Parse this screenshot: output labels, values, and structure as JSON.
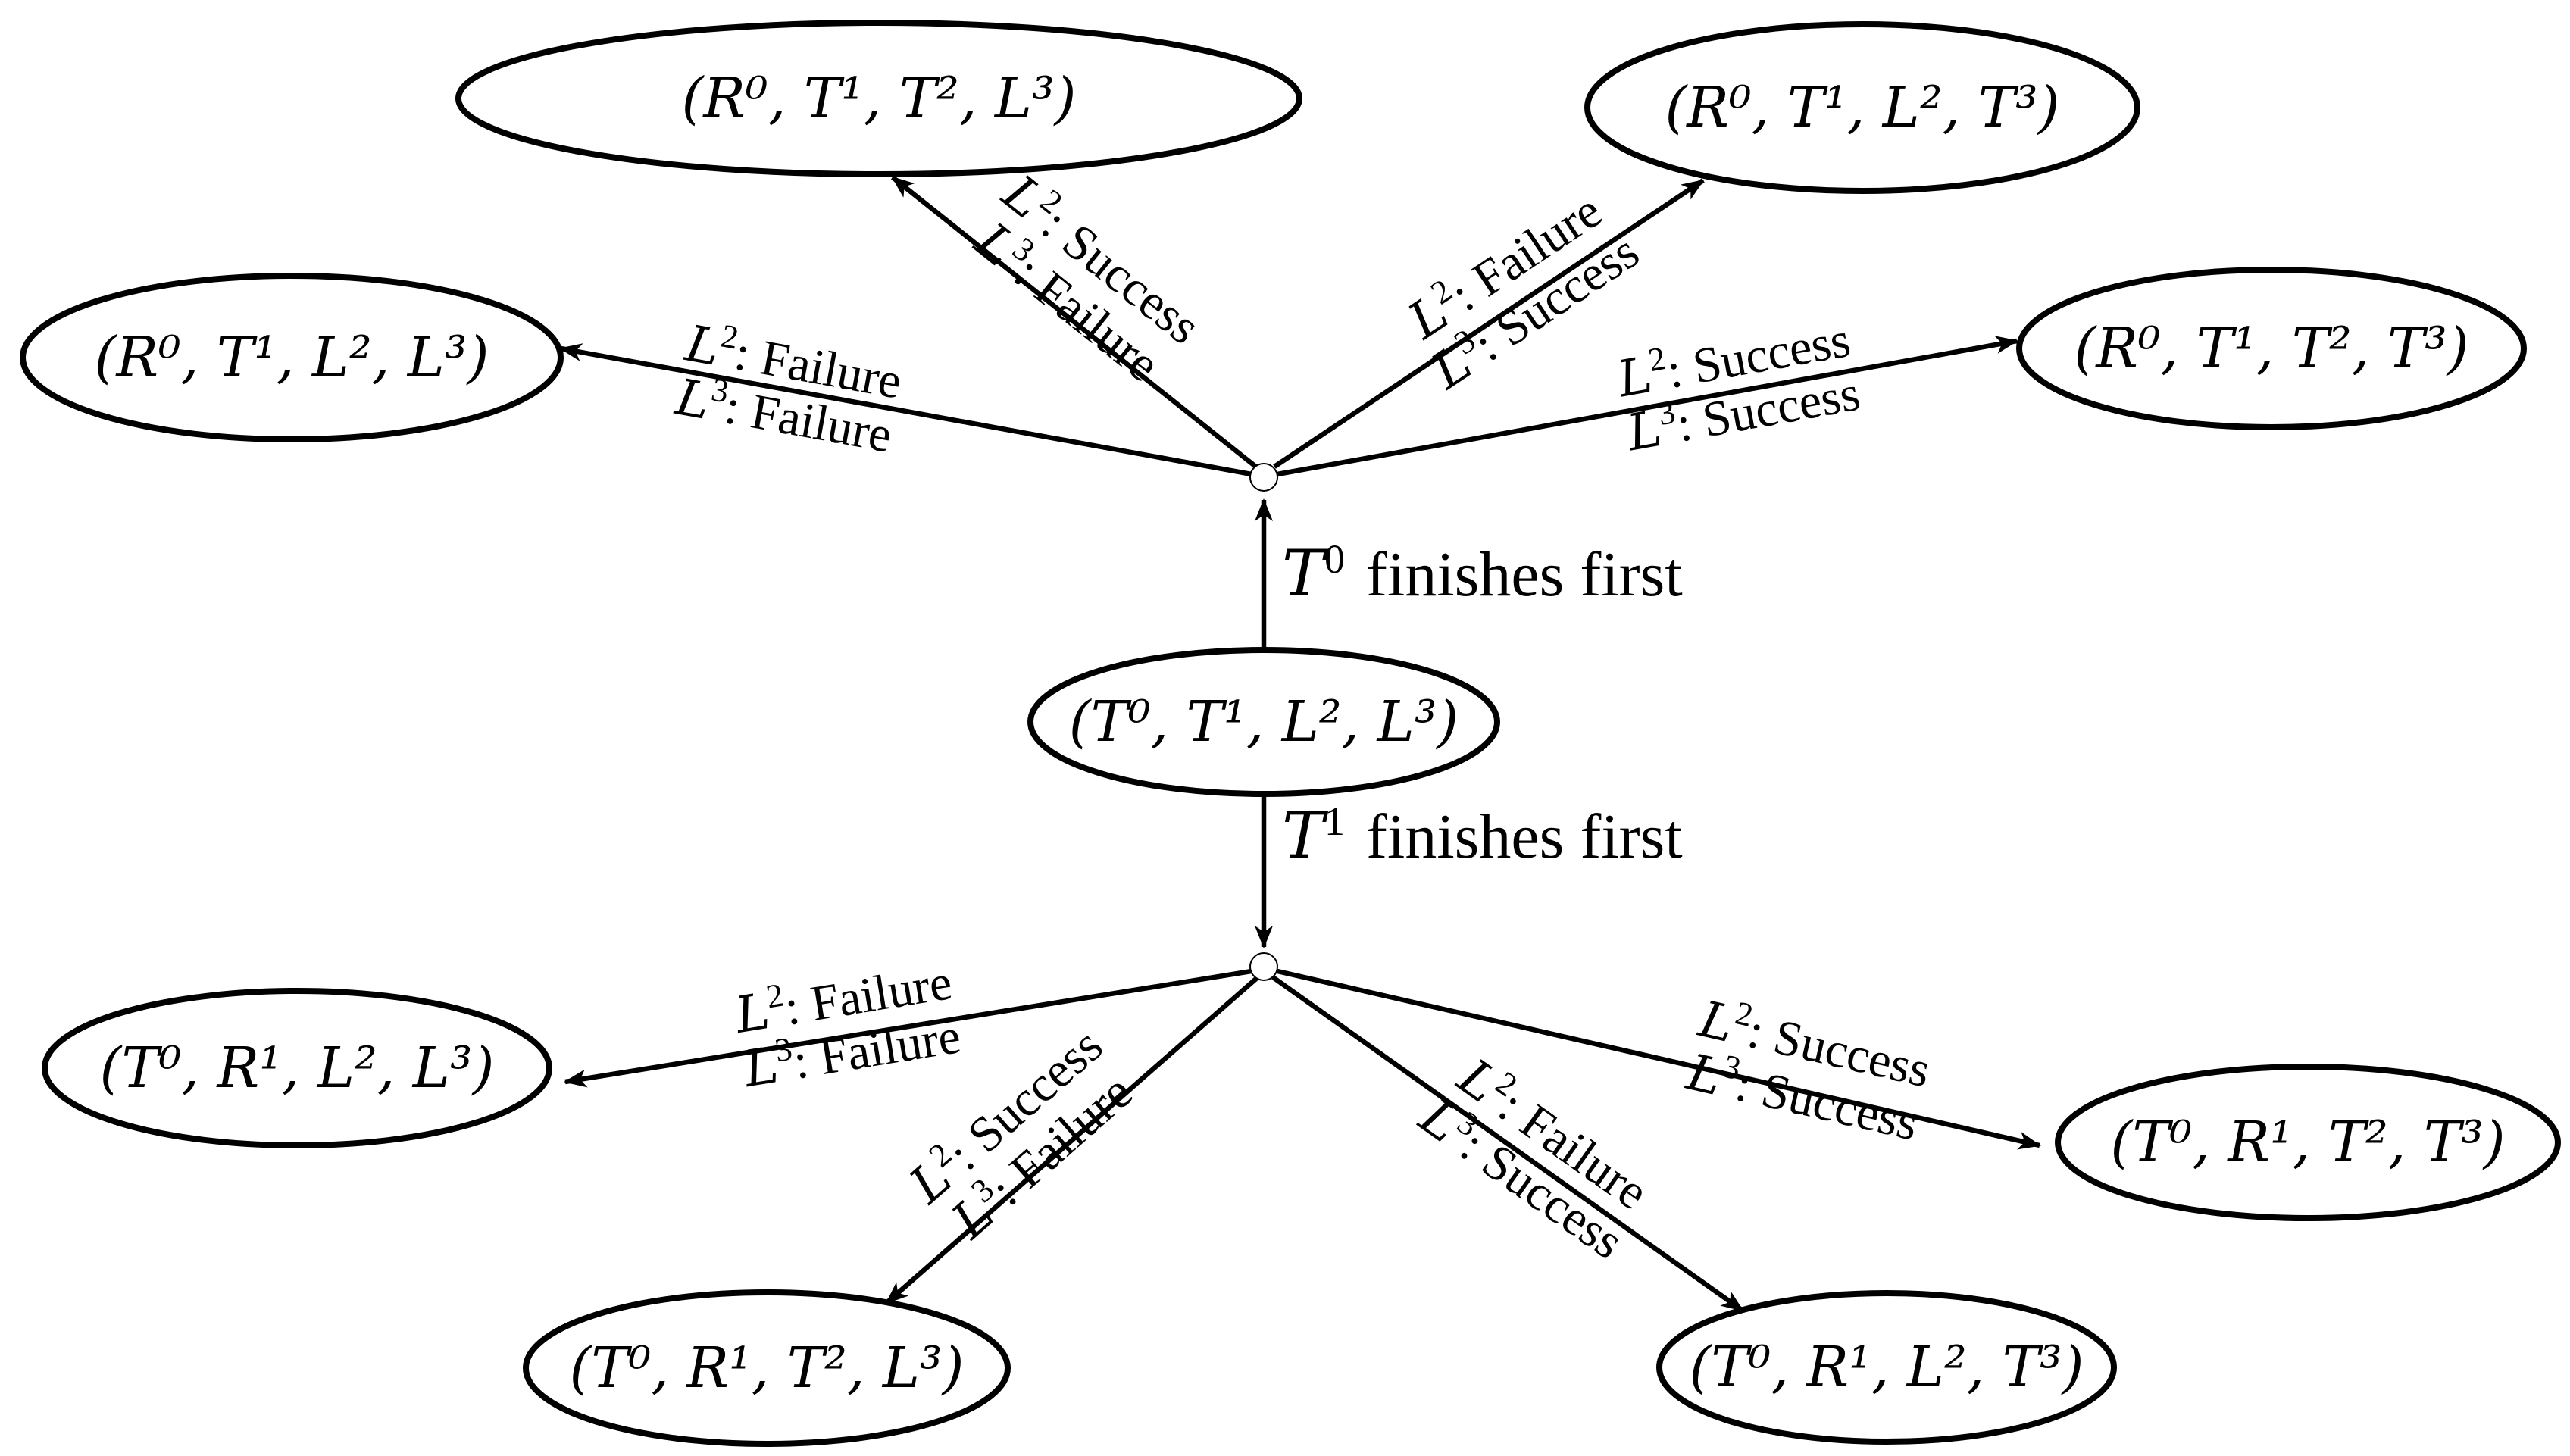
{
  "initial_state": {
    "id": "s0",
    "label": "(T⁰, T¹, L², L³)"
  },
  "transitions": [
    {
      "id": "t0",
      "var": "T",
      "sup": "0",
      "text": "finishes first"
    },
    {
      "id": "t1",
      "var": "T",
      "sup": "1",
      "text": "finishes first"
    }
  ],
  "outcome_states": [
    {
      "id": "s1",
      "label": "(R⁰, T¹, T², L³)"
    },
    {
      "id": "s2",
      "label": "(R⁰, T¹, L², T³)"
    },
    {
      "id": "s3",
      "label": "(R⁰, T¹, L², L³)"
    },
    {
      "id": "s4",
      "label": "(R⁰, T¹, T², T³)"
    },
    {
      "id": "s5",
      "label": "(T⁰, R¹, L², L³)"
    },
    {
      "id": "s6",
      "label": "(T⁰, R¹, T², T³)"
    },
    {
      "id": "s7",
      "label": "(T⁰, R¹, T², L³)"
    },
    {
      "id": "s8",
      "label": "(T⁰, R¹, L², T³)"
    }
  ],
  "edges": [
    {
      "id": "e1",
      "from": "after-t0",
      "to": "s1",
      "l2_var": "L",
      "l2_sup": "2",
      "l2_text": ": Success",
      "l3_var": "L",
      "l3_sup": "3",
      "l3_text": ": Failure"
    },
    {
      "id": "e2",
      "from": "after-t0",
      "to": "s2",
      "l2_var": "L",
      "l2_sup": "2",
      "l2_text": ": Failure",
      "l3_var": "L",
      "l3_sup": "3",
      "l3_text": ": Success"
    },
    {
      "id": "e3",
      "from": "after-t0",
      "to": "s3",
      "l2_var": "L",
      "l2_sup": "2",
      "l2_text": ": Failure",
      "l3_var": "L",
      "l3_sup": "3",
      "l3_text": ": Failure"
    },
    {
      "id": "e4",
      "from": "after-t0",
      "to": "s4",
      "l2_var": "L",
      "l2_sup": "2",
      "l2_text": ": Success",
      "l3_var": "L",
      "l3_sup": "3",
      "l3_text": ": Success"
    },
    {
      "id": "e5",
      "from": "after-t1",
      "to": "s5",
      "l2_var": "L",
      "l2_sup": "2",
      "l2_text": ": Failure",
      "l3_var": "L",
      "l3_sup": "3",
      "l3_text": ": Failure"
    },
    {
      "id": "e6",
      "from": "after-t1",
      "to": "s6",
      "l2_var": "L",
      "l2_sup": "2",
      "l2_text": ": Success",
      "l3_var": "L",
      "l3_sup": "3",
      "l3_text": ": Success"
    },
    {
      "id": "e7",
      "from": "after-t1",
      "to": "s7",
      "l2_var": "L",
      "l2_sup": "2",
      "l2_text": ": Success",
      "l3_var": "L",
      "l3_sup": "3",
      "l3_text": ": Failure"
    },
    {
      "id": "e8",
      "from": "after-t1",
      "to": "s8",
      "l2_var": "L",
      "l2_sup": "2",
      "l2_text": ": Failure",
      "l3_var": "L",
      "l3_sup": "3",
      "l3_text": ": Success"
    }
  ]
}
